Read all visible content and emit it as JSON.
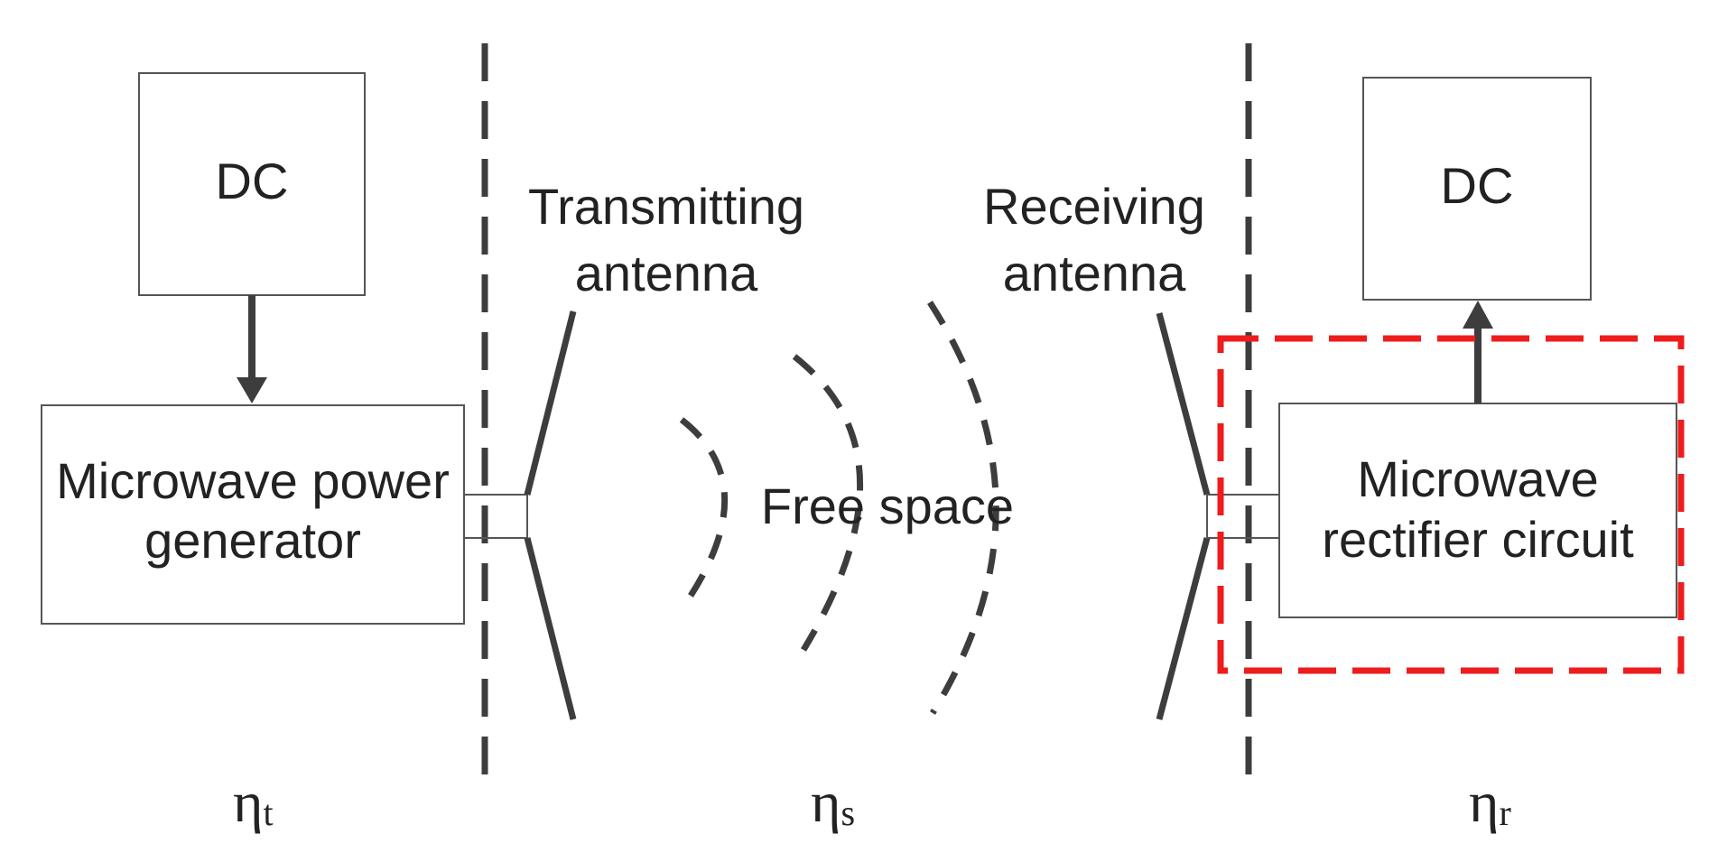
{
  "colors": {
    "line": "#3d3d3d",
    "box_border": "#555555",
    "highlight": "#ee1c1c",
    "text": "#222222"
  },
  "blocks": {
    "dc_source": "DC",
    "generator_line1": "Microwave power",
    "generator_line2": "generator",
    "dc_load": "DC",
    "rectifier_line1": "Microwave",
    "rectifier_line2": "rectifier circuit"
  },
  "antennas": {
    "transmit_line1": "Transmitting",
    "transmit_line2": "antenna",
    "receive_line1": "Receiving",
    "receive_line2": "antenna"
  },
  "medium": {
    "label": "Free space"
  },
  "efficiencies": [
    {
      "symbol": "η",
      "subscript": "t"
    },
    {
      "symbol": "η",
      "subscript": "s"
    },
    {
      "symbol": "η",
      "subscript": "r"
    }
  ]
}
